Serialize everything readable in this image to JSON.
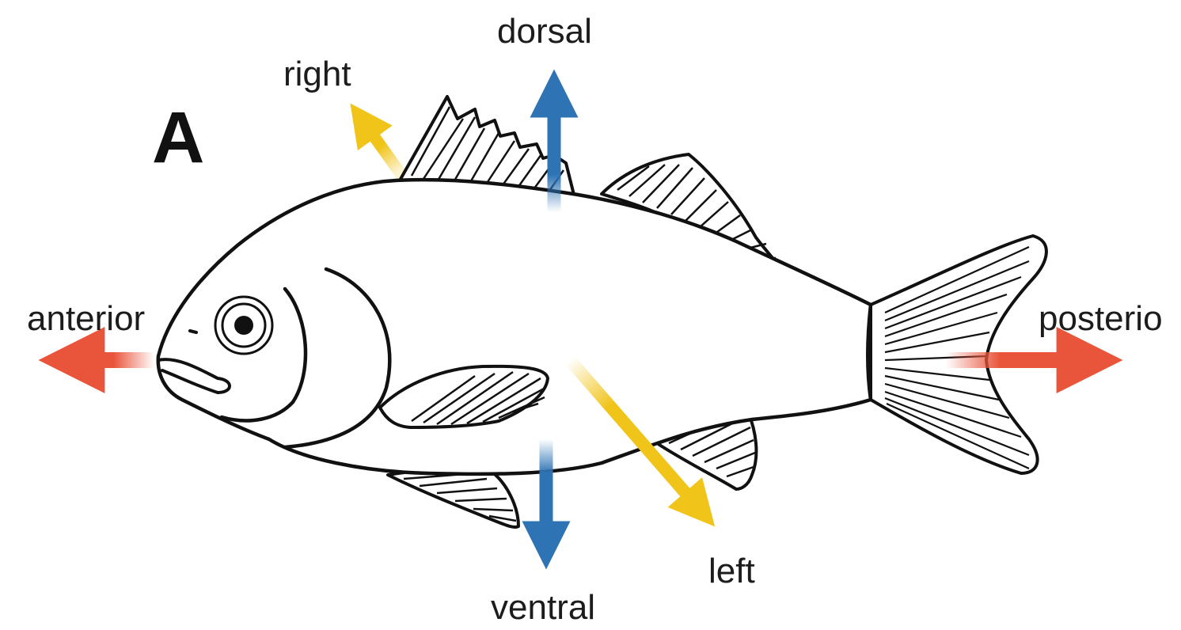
{
  "panel_letter": "A",
  "labels": {
    "dorsal": "dorsal",
    "right": "right",
    "anterior": "anterior",
    "posterior": "posterio",
    "left": "left",
    "ventral": "ventral"
  },
  "arrow_colors": {
    "dorsal_ventral": "#2e74b5",
    "right_left": "#f0c419",
    "anterior_posterior": "#e8553a"
  },
  "subject": "fish-outline"
}
